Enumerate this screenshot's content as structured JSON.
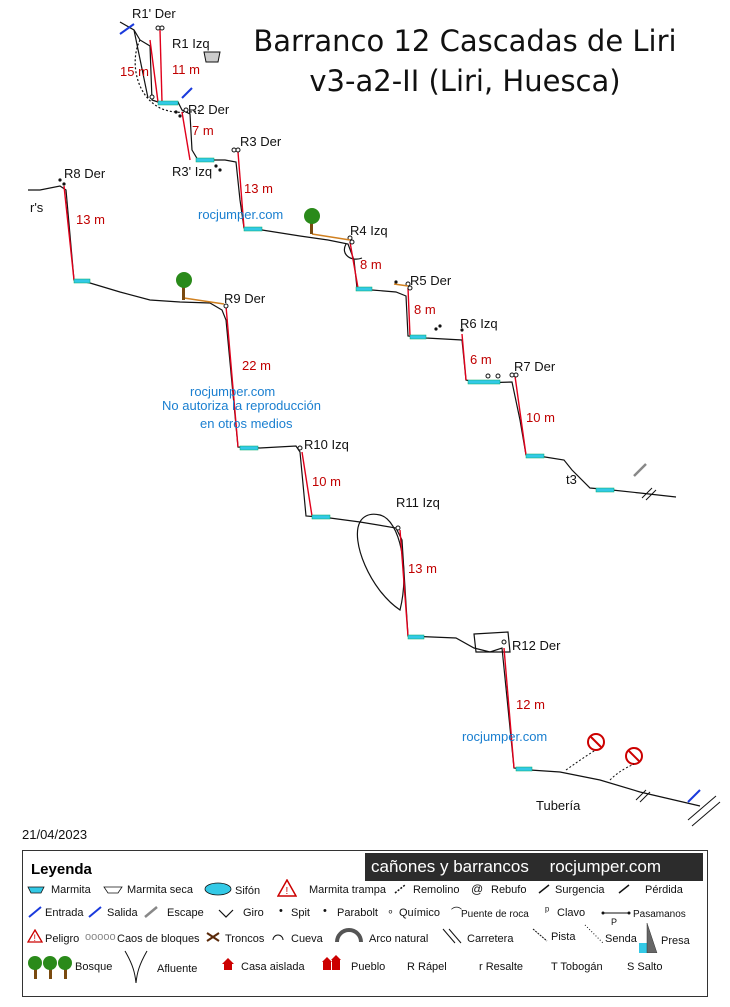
{
  "title": {
    "line1": "Barranco 12 Cascadas de Liri",
    "line2": "v3-a2-II (Liri, Huesca)"
  },
  "date": "21/04/2023",
  "rappels": {
    "r1p": "R1' Der",
    "r1": "R1 Izq",
    "r2": "R2 Der",
    "r3": "R3 Der",
    "r3p": "R3' Izq",
    "r4": "R4 Izq",
    "r5": "R5 Der",
    "r6": "R6 Izq",
    "r7": "R7 Der",
    "r8": "R8 Der",
    "r9": "R9 Der",
    "r10": "R10 Izq",
    "r11": "R11 Izq",
    "r12": "R12 Der"
  },
  "lengths": {
    "l15": "15 m",
    "l11": "11 m",
    "l7": "7 m",
    "l13a": "13 m",
    "l13b": "13 m",
    "l8a": "8 m",
    "l8b": "8 m",
    "l6": "6 m",
    "l10a": "10 m",
    "l22": "22 m",
    "l10b": "10 m",
    "l13c": "13 m",
    "l12": "12 m"
  },
  "other_labels": {
    "rs": "r's",
    "t3": "t3",
    "tuberia": "Tubería"
  },
  "watermarks": {
    "wm1": "rocjumper.com",
    "wm2a": "rocjumper.com",
    "wm2b": "No autoriza la reproducción",
    "wm2c": "en otros medios",
    "wm3": "rocjumper.com"
  },
  "legend": {
    "title": "Leyenda",
    "banner_left": "cañones y barrancos",
    "banner_right": "rocjumper.com",
    "items": {
      "marmita": "Marmita",
      "marmita_seca": "Marmita seca",
      "sifon": "Sifón",
      "marmita_trampa": "Marmita trampa",
      "remolino": "Remolino",
      "rebufo": "Rebufo",
      "surgencia": "Surgencia",
      "perdida": "Pérdida",
      "entrada": "Entrada",
      "salida": "Salida",
      "escape": "Escape",
      "giro": "Giro",
      "spit": "Spit",
      "parabolt": "Parabolt",
      "quimico": "Químico",
      "puente_roca": "Puente de roca",
      "clavo": "Clavo",
      "pasamanos": "Pasamanos",
      "peligro": "Peligro",
      "caos": "Caos de bloques",
      "troncos": "Troncos",
      "cueva": "Cueva",
      "arco": "Arco natural",
      "carretera": "Carretera",
      "pista": "Pista",
      "senda": "Senda",
      "presa": "Presa",
      "bosque": "Bosque",
      "afluente": "Afluente",
      "casa": "Casa aislada",
      "pueblo": "Pueblo",
      "rapel": "R Rápel",
      "resalte": "r Resalte",
      "tobogan": "T Tobogán",
      "salto": "S Salto"
    }
  },
  "colors": {
    "water": "#33c9e6",
    "rappel": "#e0001b",
    "text_red": "#c00000",
    "link": "#1a7fd0"
  }
}
